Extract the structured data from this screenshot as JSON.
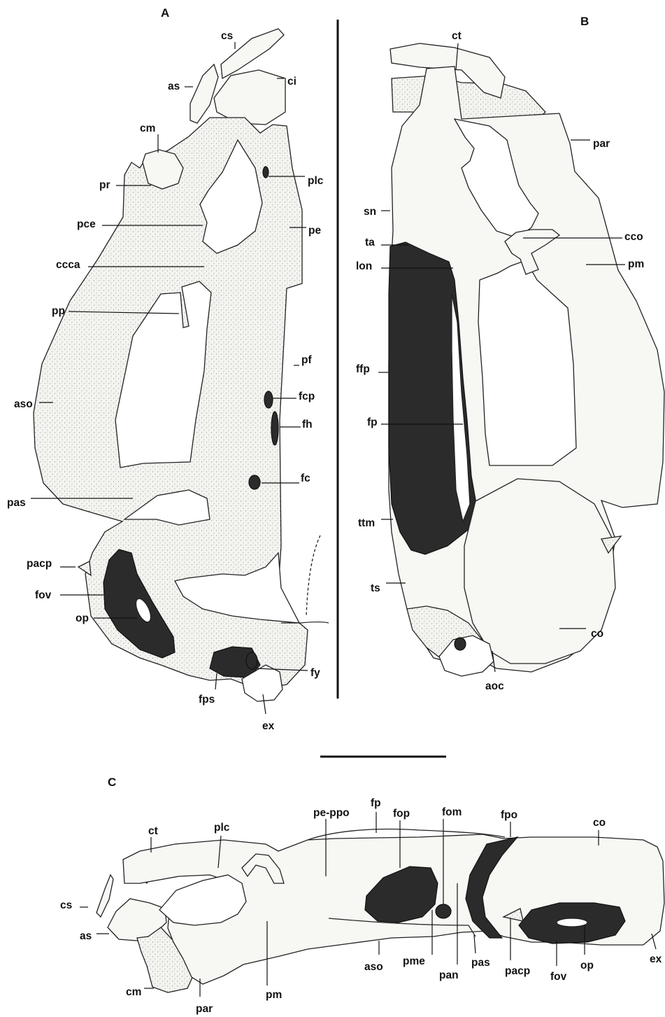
{
  "panels": {
    "A": {
      "letter": "A",
      "labels": {
        "cs": "cs",
        "ci": "ci",
        "as": "as",
        "cm": "cm",
        "pr": "pr",
        "plc": "plc",
        "pce": "pce",
        "pe": "pe",
        "ccca": "ccca",
        "pp": "pp",
        "pf": "pf",
        "aso": "aso",
        "fcp": "fcp",
        "fh": "fh",
        "fc": "fc",
        "pas": "pas",
        "pacp": "pacp",
        "fov": "fov",
        "op": "op",
        "fy": "fy",
        "fps": "fps",
        "ex": "ex"
      }
    },
    "B": {
      "letter": "B",
      "labels": {
        "ct": "ct",
        "par": "par",
        "sn": "sn",
        "cco": "cco",
        "ta": "ta",
        "pm": "pm",
        "lon": "lon",
        "ffp": "ffp",
        "fp": "fp",
        "ttm": "ttm",
        "ts": "ts",
        "co": "co",
        "aoc": "aoc"
      }
    },
    "C": {
      "letter": "C",
      "labels": {
        "ct": "ct",
        "plc": "plc",
        "pe_ppo": "pe-ppo",
        "fp": "fp",
        "fop": "fop",
        "fom": "fom",
        "fpo": "fpo",
        "co": "co",
        "cs": "cs",
        "as": "as",
        "cm": "cm",
        "par": "par",
        "pm": "pm",
        "aso": "aso",
        "pme": "pme",
        "pan": "pan",
        "pas": "pas",
        "pacp": "pacp",
        "fov": "fov",
        "op": "op",
        "ex": "ex"
      }
    }
  }
}
